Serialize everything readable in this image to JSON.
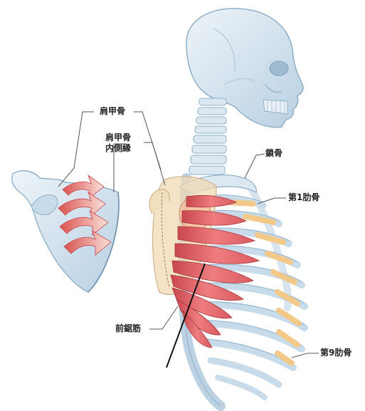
{
  "labels": {
    "scapula": "肩甲骨",
    "medial_border_line1": "肩甲骨",
    "medial_border_line2": "内側縁",
    "clavicle": "鎖骨",
    "rib1": "第1肋骨",
    "serratus_anterior": "前鋸筋",
    "rib9": "第9肋骨"
  },
  "colors": {
    "bone": "#d5e4ef",
    "bone_outline": "#8fb0c8",
    "bone_shadow": "#a9c5da",
    "cartilage": "#f3c98a",
    "muscle": "#e0575d",
    "muscle_light": "#f3a0a0",
    "scapula_overlay": "#f0d9b3",
    "arrow_fill": "#e8837c",
    "arrow_light": "#f7cfc6",
    "leader": "#555555"
  },
  "icons": [
    "skull",
    "cervical-spine",
    "ribcage",
    "clavicle",
    "scapula-detached",
    "rotation-arrows",
    "serratus-anterior-muscle"
  ]
}
